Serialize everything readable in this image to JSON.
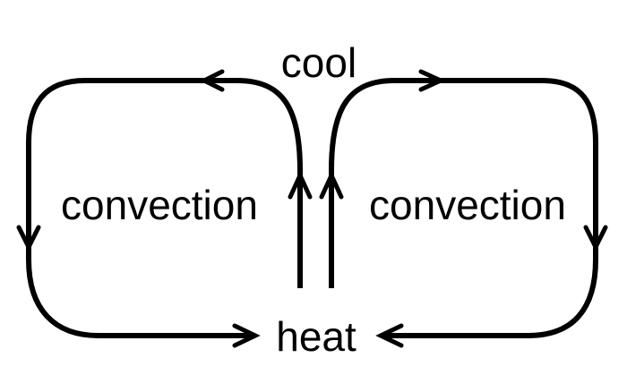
{
  "labels": {
    "top": "cool",
    "bottom": "heat",
    "left_loop": "convection",
    "right_loop": "convection"
  },
  "colors": {
    "stroke": "#000000",
    "background": "#ffffff"
  }
}
